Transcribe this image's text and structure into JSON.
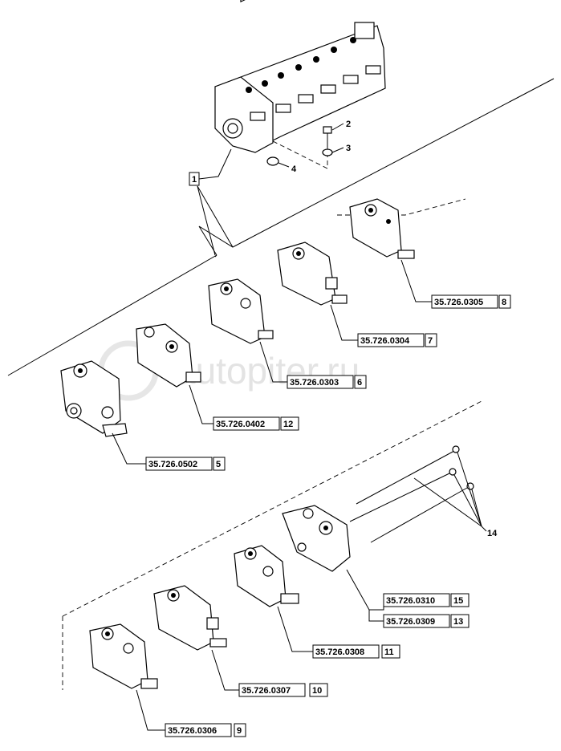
{
  "watermark": "autopiter.ru",
  "callouts": {
    "c1": "1",
    "c2": "2",
    "c3": "3",
    "c4": "4",
    "c14": "14"
  },
  "parts": [
    {
      "code": "35.726.0305",
      "item": "8"
    },
    {
      "code": "35.726.0304",
      "item": "7"
    },
    {
      "code": "35.726.0303",
      "item": "6"
    },
    {
      "code": "35.726.0402",
      "item": "12"
    },
    {
      "code": "35.726.0502",
      "item": "5"
    },
    {
      "code": "35.726.0310",
      "item": "15"
    },
    {
      "code": "35.726.0309",
      "item": "13"
    },
    {
      "code": "35.726.0308",
      "item": "11"
    },
    {
      "code": "35.726.0307",
      "item": "10"
    },
    {
      "code": "35.726.0306",
      "item": "9"
    }
  ]
}
